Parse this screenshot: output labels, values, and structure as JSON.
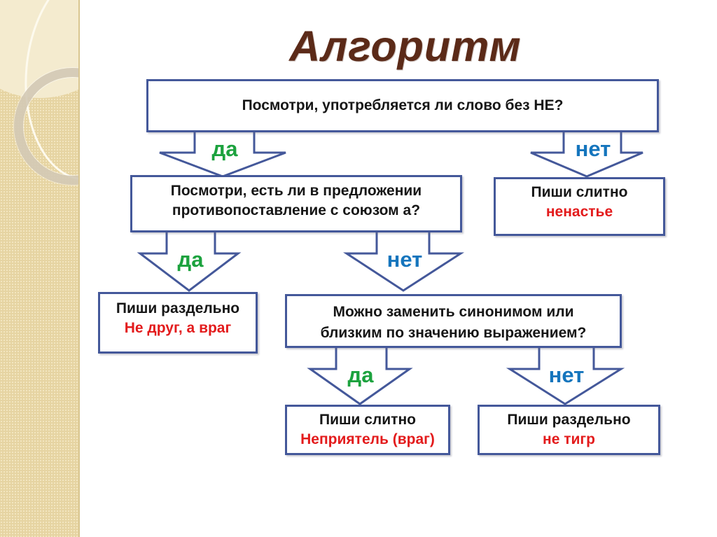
{
  "title": "Алгоритм",
  "labels": {
    "yes": "да",
    "no": "нет"
  },
  "colors": {
    "c-border": "#44589a",
    "c-yes": "#1ca23e",
    "c-no": "#1575bd",
    "c-example": "#e31b1c",
    "c-title": "#5b2a18",
    "c-strip": "#ebd9a9"
  },
  "nodes": {
    "q1": {
      "lines": [
        "Посмотри, употребляется ли слово без НЕ?"
      ]
    },
    "q2": {
      "lines": [
        "Посмотри, есть ли в предложении",
        "противопоставление с союзом а?"
      ]
    },
    "q3": {
      "lines": [
        "Можно заменить синонимом или",
        "близким по значению выражением?"
      ]
    },
    "r1": {
      "instruction": "Пиши слитно",
      "example": "ненастье"
    },
    "r2": {
      "instruction": "Пиши раздельно",
      "example": "Не друг, а враг"
    },
    "r3": {
      "instruction": "Пиши слитно",
      "example": "Неприятель (враг)"
    },
    "r4": {
      "instruction": "Пиши раздельно",
      "example": "не тигр"
    }
  }
}
